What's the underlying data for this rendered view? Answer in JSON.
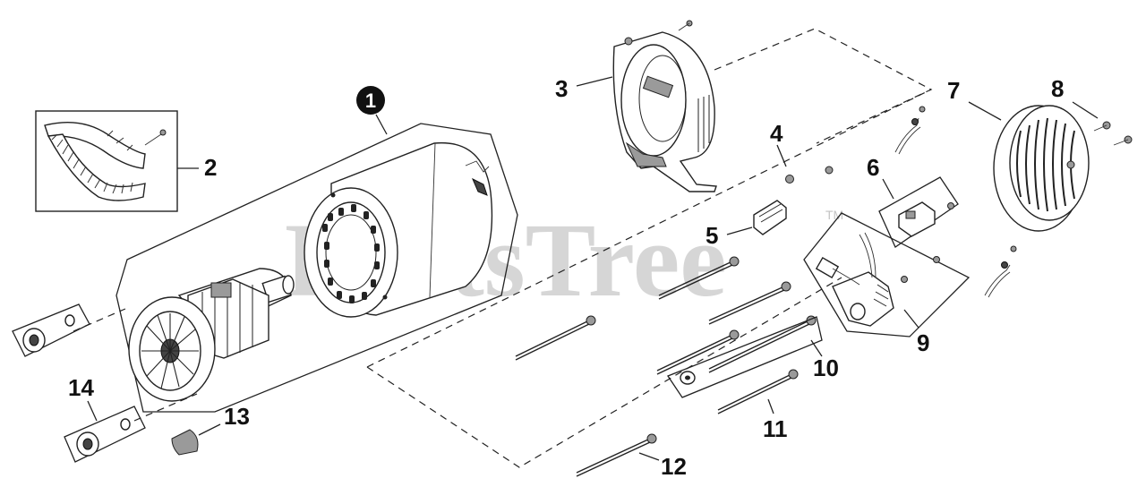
{
  "watermark": {
    "text": "PartsTree",
    "trademark": "TM"
  },
  "callouts": {
    "c1": "1",
    "c2": "2",
    "c3": "3",
    "c4": "4",
    "c5": "5",
    "c6": "6",
    "c7": "7",
    "c8": "8",
    "c9": "9",
    "c10": "10",
    "c11": "11",
    "c12": "12",
    "c13": "13",
    "c14": "14"
  },
  "icons": {
    "stator": "stator-assembly-icon",
    "rotor": "rotor-assembly-icon",
    "cover": "end-cover-icon",
    "bracket": "rear-bracket-icon"
  }
}
